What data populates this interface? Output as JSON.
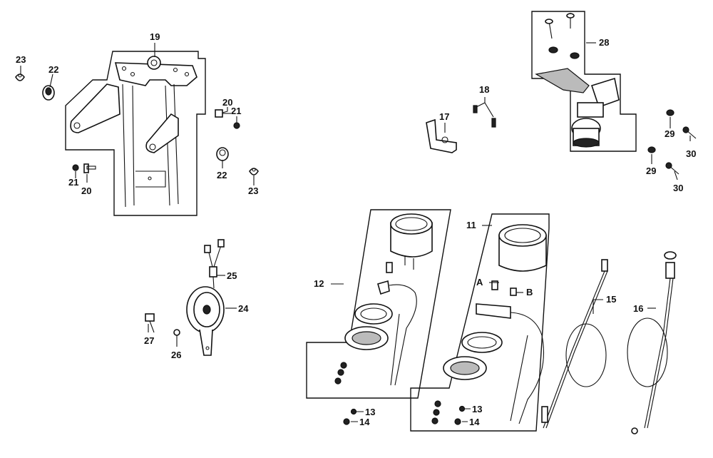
{
  "callouts": {
    "c11": "11",
    "c12": "12",
    "c13a": "13",
    "c13b": "13",
    "c14a": "14",
    "c14b": "14",
    "c15": "15",
    "c16": "16",
    "c17": "17",
    "c18": "18",
    "c19": "19",
    "c20a": "20",
    "c20b": "20",
    "c21a": "21",
    "c21b": "21",
    "c22a": "22",
    "c22b": "22",
    "c23a": "23",
    "c23b": "23",
    "c24": "24",
    "c25": "25",
    "c26": "26",
    "c27": "27",
    "c28": "28",
    "c29a": "29",
    "c29b": "29",
    "c30a": "30",
    "c30b": "30",
    "cA": "A",
    "cB": "B"
  }
}
